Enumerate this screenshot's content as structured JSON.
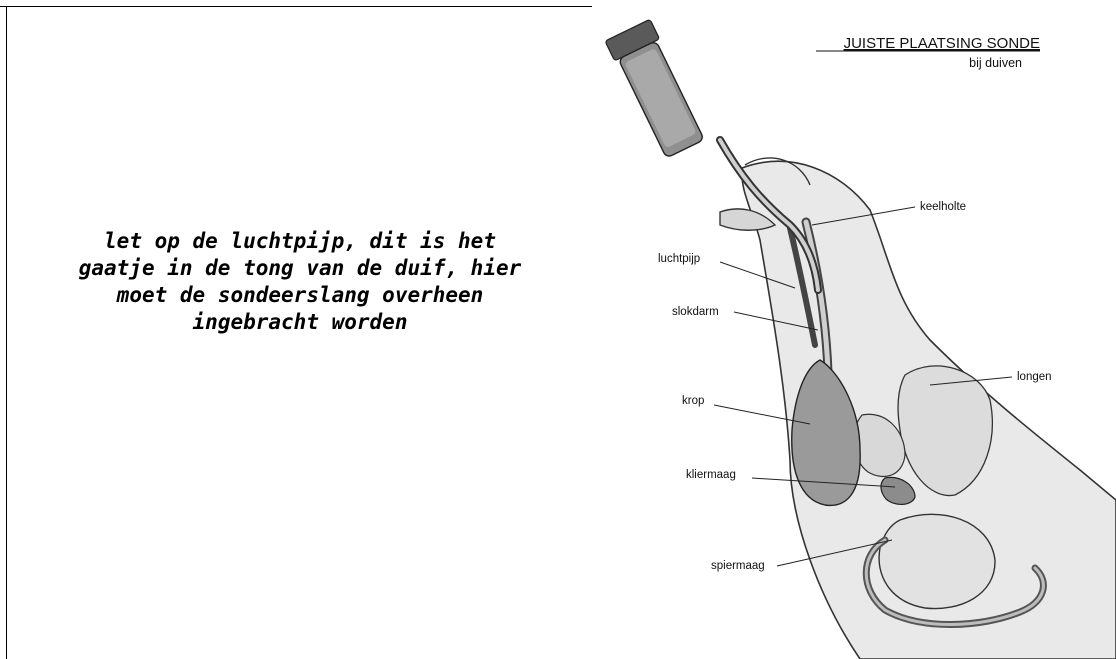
{
  "note": {
    "lines": [
      "let op de luchtpijp, dit is het",
      "gaatje in de tong van de duif, hier",
      "moet de sondeerslang overheen",
      "ingebracht worden"
    ]
  },
  "diagram": {
    "title": "JUISTE PLAATSING SONDE",
    "subtitle": "bij duiven",
    "labels": {
      "keelholte": "keelholte",
      "luchtpijp": "luchtpijp",
      "slokdarm": "slokdarm",
      "longen": "longen",
      "krop": "krop",
      "kliermaag": "kliermaag",
      "spiermaag": "spiermaag"
    }
  }
}
